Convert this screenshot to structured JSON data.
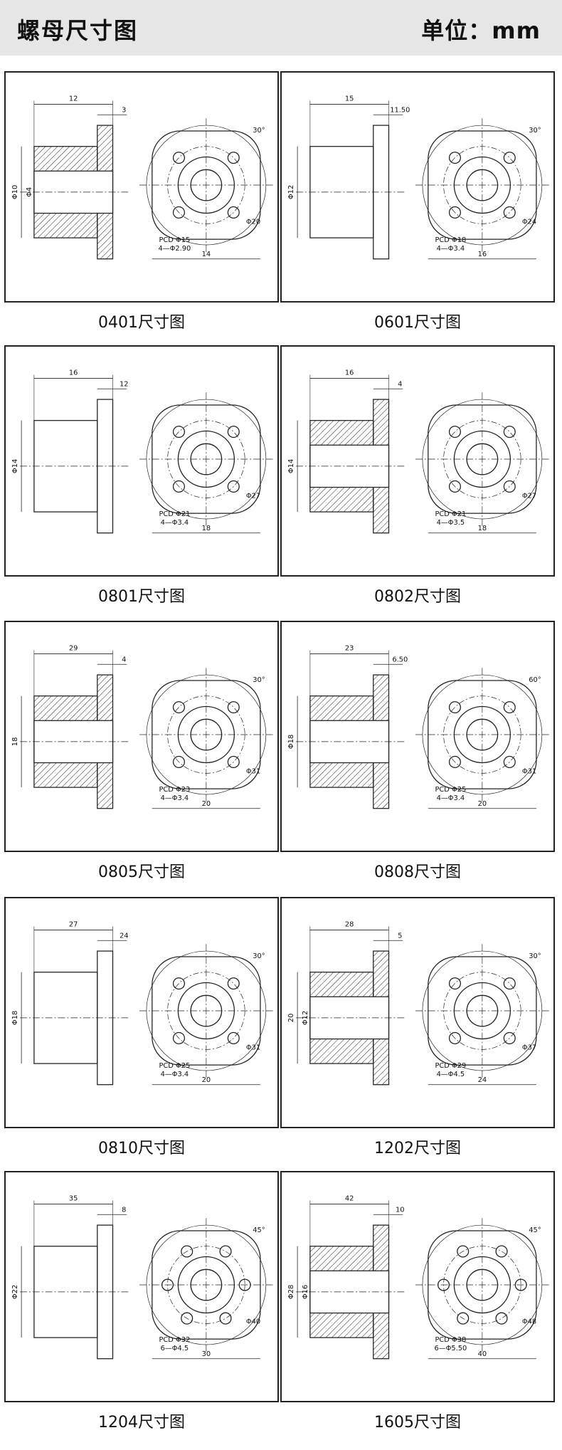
{
  "header": {
    "title": "螺母尺寸图",
    "unit": "单位：mm"
  },
  "diagrams": [
    {
      "caption": "0401尺寸图",
      "length": "12",
      "flange": "3",
      "outer": "Φ10",
      "inner": "Φ4",
      "width": "14",
      "pcd": "PCD Φ15",
      "holes": "4—Φ2.90",
      "dia": "Φ20",
      "angle": "30°"
    },
    {
      "caption": "0601尺寸图",
      "length": "15",
      "flange": "11.50",
      "outer": "Φ12",
      "inner": "",
      "width": "16",
      "pcd": "PCD Φ18",
      "holes": "4—Φ3.4",
      "dia": "Φ24",
      "angle": "30°"
    },
    {
      "caption": "0801尺寸图",
      "length": "16",
      "flange": "12",
      "outer": "Φ14",
      "inner": "",
      "width": "18",
      "pcd": "PCD Φ21",
      "holes": "4—Φ3.4",
      "dia": "Φ27",
      "angle": ""
    },
    {
      "caption": "0802尺寸图",
      "length": "16",
      "flange": "4",
      "outer": "Φ14",
      "inner": "",
      "width": "18",
      "pcd": "PCD Φ21",
      "holes": "4—Φ3.5",
      "dia": "Φ27",
      "angle": ""
    },
    {
      "caption": "0805尺寸图",
      "length": "29",
      "flange": "4",
      "outer": "18",
      "inner": "",
      "width": "20",
      "pcd": "PCD Φ23",
      "holes": "4—Φ3.4",
      "dia": "Φ31",
      "angle": "30°"
    },
    {
      "caption": "0808尺寸图",
      "length": "23",
      "flange": "6.50",
      "outer": "Φ18",
      "inner": "",
      "width": "20",
      "pcd": "PCD Φ25",
      "holes": "4—Φ3.4",
      "dia": "Φ31",
      "angle": "60°"
    },
    {
      "caption": "0810尺寸图",
      "length": "27",
      "flange": "24",
      "outer": "Φ18",
      "inner": "",
      "width": "20",
      "pcd": "PCD Φ25",
      "holes": "4—Φ3.4",
      "dia": "Φ31",
      "angle": "30°"
    },
    {
      "caption": "1202尺寸图",
      "length": "28",
      "flange": "5",
      "outer": "20",
      "inner": "Φ12",
      "width": "24",
      "pcd": "PCD Φ29",
      "holes": "4—Φ4.5",
      "dia": "Φ37",
      "angle": "30°"
    },
    {
      "caption": "1204尺寸图",
      "length": "35",
      "flange": "8",
      "outer": "Φ22",
      "inner": "",
      "width": "30",
      "pcd": "PCD Φ32",
      "holes": "6—Φ4.5",
      "dia": "Φ40",
      "angle": "45°"
    },
    {
      "caption": "1605尺寸图",
      "length": "42",
      "flange": "10",
      "outer": "Φ28",
      "inner": "Φ16",
      "width": "40",
      "pcd": "PCD Φ38",
      "holes": "6—Φ5.50",
      "dia": "Φ48",
      "angle": "45°"
    }
  ]
}
